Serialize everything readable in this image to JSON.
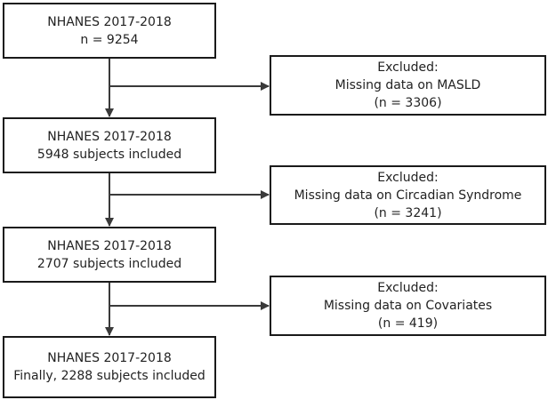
{
  "main_boxes": [
    {
      "title": "NHANES 2017-2018",
      "detail": "n = 9254"
    },
    {
      "title": "NHANES 2017-2018",
      "detail": "5948 subjects included"
    },
    {
      "title": "NHANES 2017-2018",
      "detail": "2707 subjects included"
    },
    {
      "title": "NHANES 2017-2018",
      "detail": "Finally, 2288 subjects included"
    }
  ],
  "exclusion_boxes": [
    {
      "heading": "Excluded:",
      "reason": "Missing data on MASLD",
      "count": "(n = 3306)"
    },
    {
      "heading": "Excluded:",
      "reason": "Missing data on Circadian Syndrome",
      "count": "(n = 3241)"
    },
    {
      "heading": "Excluded:",
      "reason": "Missing data on Covariates",
      "count": "(n = 419)"
    }
  ],
  "colors": {
    "line": "#3a3a3a",
    "border": "#1a1a1a",
    "text": "#222222"
  }
}
